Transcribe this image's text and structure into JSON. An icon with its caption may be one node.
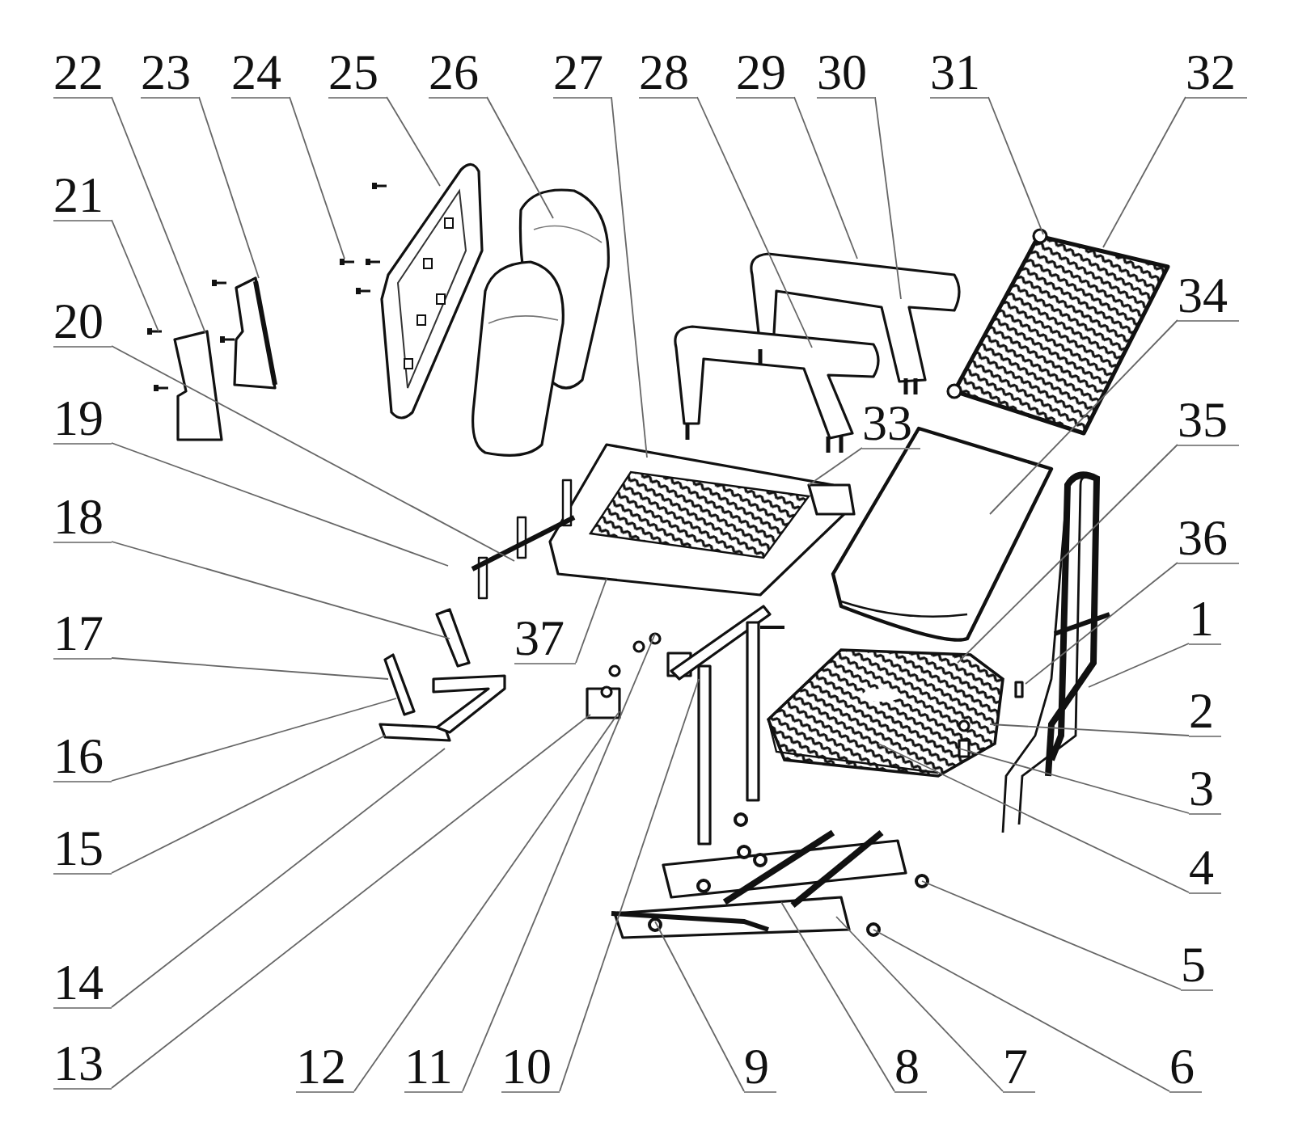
{
  "diagram": {
    "nodes": [
      {
        "text": [
          "22"
        ]
      },
      {
        "text": [
          "23"
        ]
      },
      {
        "text": [
          "24"
        ]
      },
      {
        "text": [
          "25"
        ]
      },
      {
        "text": [
          "26"
        ]
      },
      {
        "text": [
          "27"
        ]
      },
      {
        "text": [
          "28"
        ]
      },
      {
        "text": [
          "29"
        ]
      },
      {
        "text": [
          "30"
        ]
      },
      {
        "text": [
          "31"
        ]
      },
      {
        "text": [
          "32"
        ]
      },
      {
        "text": [
          "21"
        ]
      },
      {
        "text": [
          "34"
        ]
      },
      {
        "text": [
          "20"
        ]
      },
      {
        "text": [
          "19"
        ]
      },
      {
        "text": [
          "35"
        ]
      },
      {
        "text": [
          "33"
        ]
      },
      {
        "text": [
          "18"
        ]
      },
      {
        "text": [
          "36"
        ]
      },
      {
        "text": [
          "1"
        ]
      },
      {
        "text": [
          "17"
        ]
      },
      {
        "text": [
          "37"
        ]
      },
      {
        "text": [
          "2"
        ]
      },
      {
        "text": [
          "16"
        ]
      },
      {
        "text": [
          "3"
        ]
      },
      {
        "text": [
          "15"
        ]
      },
      {
        "text": [
          "4"
        ]
      },
      {
        "text": [
          "5"
        ]
      },
      {
        "text": [
          "14"
        ]
      },
      {
        "text": [
          "13"
        ]
      },
      {
        "text": [
          "12"
        ]
      },
      {
        "text": [
          "11"
        ]
      },
      {
        "text": [
          "10"
        ]
      },
      {
        "text": [
          "9"
        ]
      },
      {
        "text": [
          "8"
        ]
      },
      {
        "text": [
          "7"
        ]
      },
      {
        "text": [
          "6"
        ]
      }
    ],
    "edges": [
      {
        "from": 0,
        "to": null,
        "arrow": "none"
      },
      {
        "from": 1,
        "to": null,
        "arrow": "none"
      },
      {
        "from": 2,
        "to": null,
        "arrow": "none"
      },
      {
        "from": 3,
        "to": null,
        "arrow": "none"
      },
      {
        "from": 4,
        "to": null,
        "arrow": "none"
      },
      {
        "from": 5,
        "to": null,
        "arrow": "none"
      },
      {
        "from": 6,
        "to": null,
        "arrow": "none"
      },
      {
        "from": 7,
        "to": null,
        "arrow": "none"
      },
      {
        "from": 8,
        "to": null,
        "arrow": "none"
      },
      {
        "from": 9,
        "to": null,
        "arrow": "none"
      },
      {
        "from": 10,
        "to": null,
        "arrow": "none"
      },
      {
        "from": 11,
        "to": null,
        "arrow": "none"
      },
      {
        "from": 12,
        "to": null,
        "arrow": "none"
      },
      {
        "from": 13,
        "to": null,
        "arrow": "none"
      },
      {
        "from": 14,
        "to": null,
        "arrow": "none"
      },
      {
        "from": 15,
        "to": null,
        "arrow": "none"
      },
      {
        "from": 16,
        "to": null,
        "arrow": "none"
      },
      {
        "from": 17,
        "to": null,
        "arrow": "none"
      },
      {
        "from": 18,
        "to": null,
        "arrow": "none"
      },
      {
        "from": 19,
        "to": null,
        "arrow": "none"
      },
      {
        "from": 20,
        "to": null,
        "arrow": "none"
      },
      {
        "from": 21,
        "to": null,
        "arrow": "none"
      },
      {
        "from": 22,
        "to": null,
        "arrow": "none"
      },
      {
        "from": 23,
        "to": null,
        "arrow": "none"
      },
      {
        "from": 24,
        "to": null,
        "arrow": "none"
      },
      {
        "from": 25,
        "to": null,
        "arrow": "none"
      },
      {
        "from": 26,
        "to": null,
        "arrow": "none"
      },
      {
        "from": 27,
        "to": null,
        "arrow": "none"
      },
      {
        "from": 28,
        "to": null,
        "arrow": "none"
      },
      {
        "from": 29,
        "to": null,
        "arrow": "none"
      },
      {
        "from": 30,
        "to": null,
        "arrow": "none"
      },
      {
        "from": 31,
        "to": null,
        "arrow": "none"
      },
      {
        "from": 32,
        "to": null,
        "arrow": "none"
      },
      {
        "from": 33,
        "to": null,
        "arrow": "none"
      },
      {
        "from": 34,
        "to": null,
        "arrow": "none"
      },
      {
        "from": 35,
        "to": null,
        "arrow": "none"
      },
      {
        "from": 36,
        "to": null,
        "arrow": "none"
      }
    ]
  }
}
